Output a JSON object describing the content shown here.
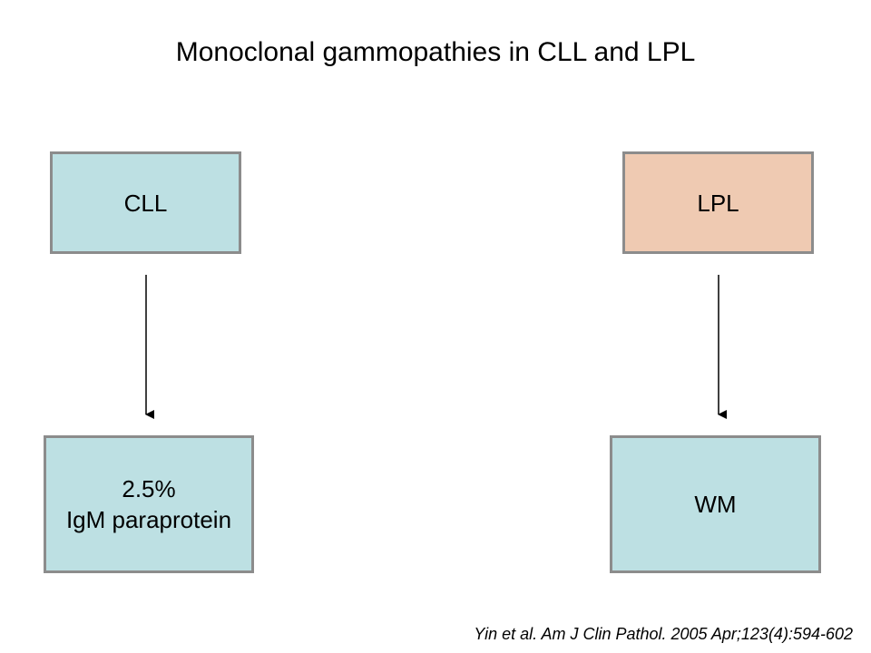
{
  "title": "Monoclonal gammopathies in CLL and LPL",
  "boxes": {
    "cll": {
      "label": "CLL",
      "color": "#bde0e3"
    },
    "lpl": {
      "label": "LPL",
      "color": "#efcab2"
    },
    "igm": {
      "label": "2.5%\nIgM paraprotein",
      "color": "#bde0e3"
    },
    "wm": {
      "label": "WM",
      "color": "#bde0e3"
    }
  },
  "colors": {
    "box_border": "#8c8c8c",
    "arrow": "#000000"
  },
  "citation": "Yin et al.  Am J Clin Pathol. 2005 Apr;123(4):594-602"
}
